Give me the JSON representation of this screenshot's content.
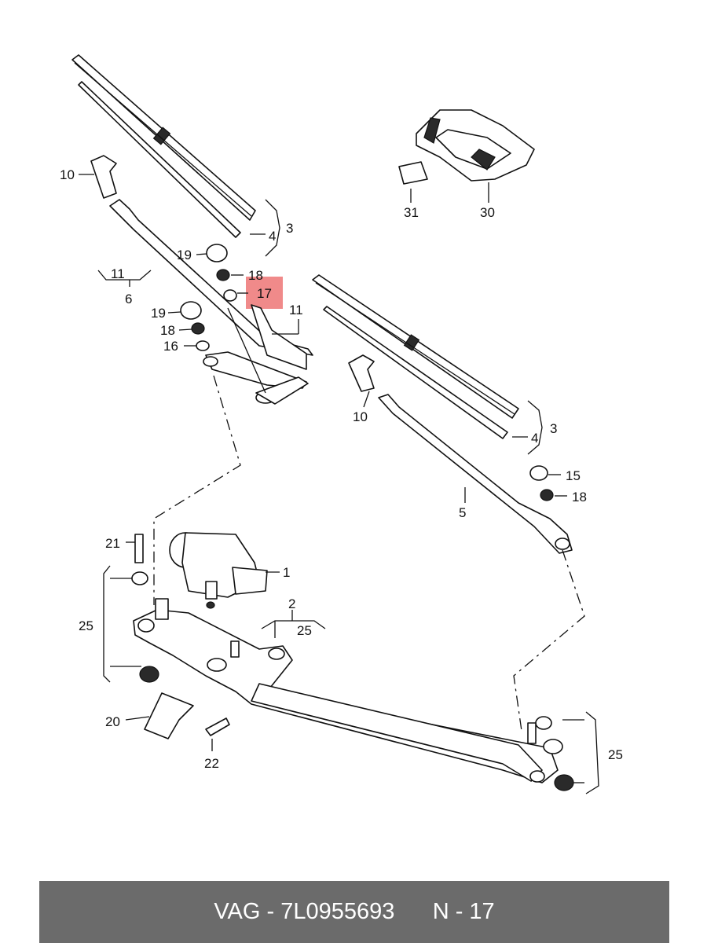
{
  "highlight_color": "#f08a8a",
  "footer": {
    "brand": "VAG",
    "sep": " - ",
    "part_number": "7L0955693",
    "position": "N - 17"
  },
  "labels": {
    "p10a": "10",
    "p11a": "11",
    "p6": "6",
    "p19a": "19",
    "p18a": "18",
    "p17": "17",
    "p19b": "19",
    "p18b": "18",
    "p16": "16",
    "p11b": "11",
    "p4a": "4",
    "p3a": "3",
    "p31": "31",
    "p30": "30",
    "p10b": "10",
    "p4b": "4",
    "p3b": "3",
    "p15": "15",
    "p18c": "18",
    "p5": "5",
    "p21": "21",
    "p1": "1",
    "p2": "2",
    "p25a": "25",
    "p25b": "25",
    "p20": "20",
    "p22": "22",
    "p25c": "25"
  }
}
